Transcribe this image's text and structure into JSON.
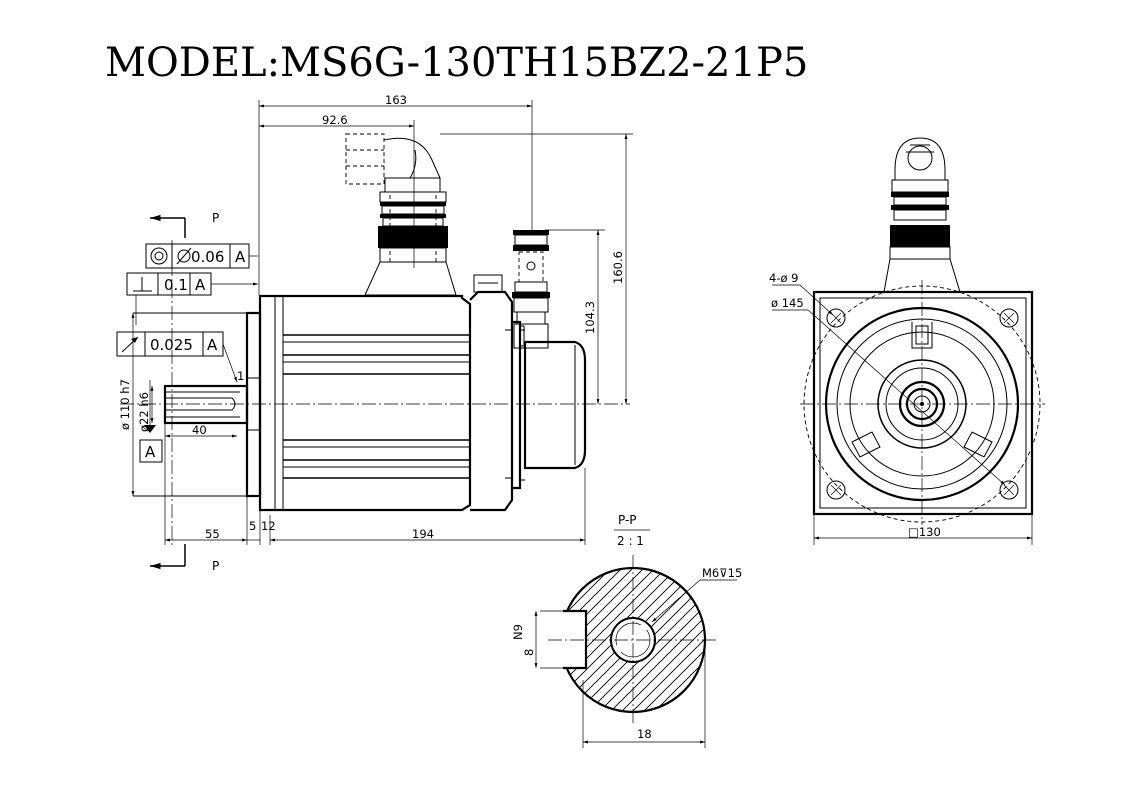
{
  "title": "MODEL:MS6G-130TH15BZ2-21P5",
  "section_marks": {
    "top": "P",
    "bottom": "P"
  },
  "gdt": {
    "coaxiality": {
      "value": "0.06",
      "datum": "A"
    },
    "perpendicularity": {
      "value": "0.1",
      "datum": "A"
    },
    "runout": {
      "value": "0.025",
      "datum": "A"
    },
    "datum_label": "A"
  },
  "side_view": {
    "dim_overall_length": "163",
    "dim_connector_offset": "92.6",
    "dim_height_main": "160.6",
    "dim_height_aux": "104.3",
    "dim_shaft_length": "55",
    "dim_flange_thickness": "5",
    "dim_flange_gap": "12",
    "dim_body_length": "194",
    "dim_spigot": "ø 110 h7",
    "dim_shaft_dia": "ø22 h6",
    "dim_key_length": "40",
    "dim_chamfer": "1"
  },
  "front_view": {
    "dim_holes": "4-ø 9",
    "dim_pcd": "ø 145",
    "dim_square": "□130"
  },
  "section_view": {
    "label": "P-P",
    "scale": "2 : 1",
    "dim_thread": "M6⊽15",
    "dim_key_width": "N9",
    "dim_key_height": "8",
    "dim_bottom": "18"
  }
}
